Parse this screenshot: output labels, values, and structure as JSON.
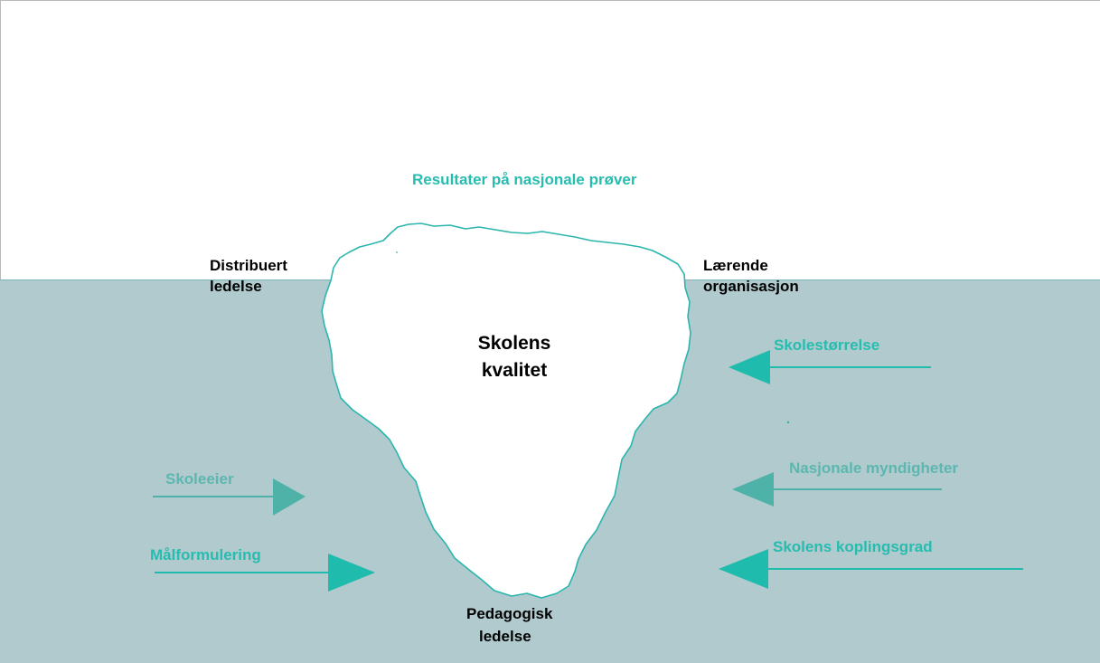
{
  "diagram": {
    "top_label": "Resultater på nasjonale prøver",
    "center_label_line1": "Skolens",
    "center_label_line2": "kvalitet",
    "left_top_label_line1": "Distribuert",
    "left_top_label_line2": "ledelse",
    "right_top_label_line1": "Lærende",
    "right_top_label_line2": "organisasjon",
    "bottom_label_line1": "Pedagogisk",
    "bottom_label_line2": "ledelse",
    "right_factors": [
      "Skolestørrelse",
      "Nasjonale myndigheter",
      "Skolens koplingsgrad"
    ],
    "left_factors": [
      "Skoleeier",
      "Målformulering"
    ]
  },
  "colors": {
    "water": "#b0cacd",
    "waterline": "#7fb5b8",
    "iceberg_fill": "#ffffff",
    "iceberg_outline": "#2ab6ad",
    "arrow_strong": "#1fbbad",
    "arrow_soft": "#4fb2a8",
    "label_teal": "#26bdb0"
  }
}
